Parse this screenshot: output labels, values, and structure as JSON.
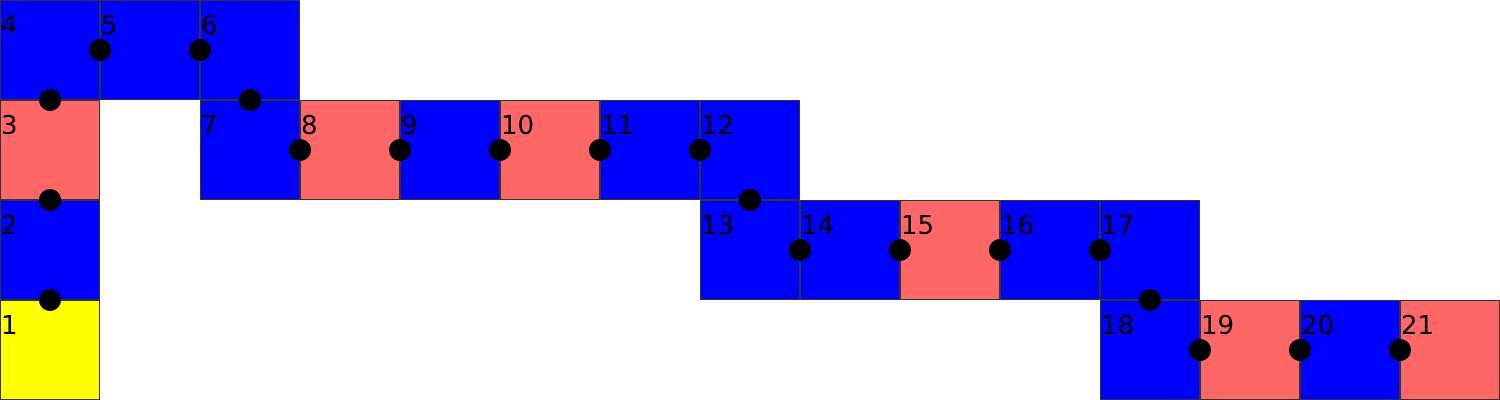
{
  "colors": {
    "start": "#ffff00",
    "blue": "#0000ff",
    "red": "#ff6666"
  },
  "cells": [
    {
      "label": "1",
      "color": "start",
      "col": 0,
      "row": 3
    },
    {
      "label": "2",
      "color": "blue",
      "col": 0,
      "row": 2
    },
    {
      "label": "3",
      "color": "red",
      "col": 0,
      "row": 1
    },
    {
      "label": "4",
      "color": "blue",
      "col": 0,
      "row": 0
    },
    {
      "label": "5",
      "color": "blue",
      "col": 1,
      "row": 0
    },
    {
      "label": "6",
      "color": "blue",
      "col": 2,
      "row": 0
    },
    {
      "label": "7",
      "color": "blue",
      "col": 2,
      "row": 1
    },
    {
      "label": "8",
      "color": "red",
      "col": 3,
      "row": 1
    },
    {
      "label": "9",
      "color": "blue",
      "col": 4,
      "row": 1
    },
    {
      "label": "10",
      "color": "red",
      "col": 5,
      "row": 1
    },
    {
      "label": "11",
      "color": "blue",
      "col": 6,
      "row": 1
    },
    {
      "label": "12",
      "color": "blue",
      "col": 7,
      "row": 1
    },
    {
      "label": "13",
      "color": "blue",
      "col": 7,
      "row": 2
    },
    {
      "label": "14",
      "color": "blue",
      "col": 8,
      "row": 2
    },
    {
      "label": "15",
      "color": "red",
      "col": 9,
      "row": 2
    },
    {
      "label": "16",
      "color": "blue",
      "col": 10,
      "row": 2
    },
    {
      "label": "17",
      "color": "blue",
      "col": 11,
      "row": 2
    },
    {
      "label": "18",
      "color": "blue",
      "col": 11,
      "row": 3
    },
    {
      "label": "19",
      "color": "red",
      "col": 12,
      "row": 3
    },
    {
      "label": "20",
      "color": "blue",
      "col": 13,
      "row": 3
    },
    {
      "label": "21",
      "color": "red",
      "col": 14,
      "row": 3
    }
  ]
}
